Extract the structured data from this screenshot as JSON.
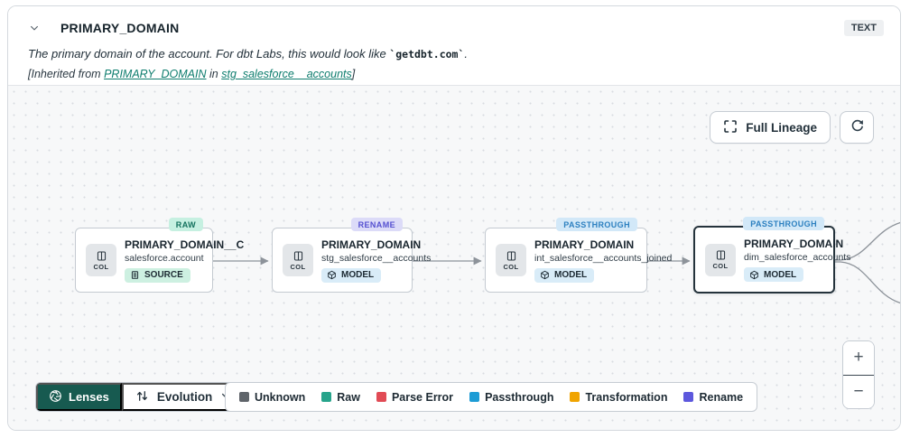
{
  "header": {
    "title": "PRIMARY_DOMAIN",
    "type_badge": "TEXT",
    "description_prefix": "The primary domain of the account. For dbt Labs, this would look like ",
    "description_code": "`getdbt.com`",
    "description_suffix": ".",
    "inherited_prefix": "[Inherited from ",
    "inherited_link_column": "PRIMARY_DOMAIN",
    "inherited_middle": " in ",
    "inherited_link_model": "stg_salesforce__accounts",
    "inherited_suffix": "]"
  },
  "toolbar": {
    "full_lineage_label": "Full Lineage"
  },
  "nodes": [
    {
      "tag": "RAW",
      "tag_bg": "#c6f0e1",
      "tag_color": "#11705c",
      "chip": "COL",
      "title": "PRIMARY_DOMAIN__C",
      "subtitle": "salesforce.account",
      "resource": "SOURCE"
    },
    {
      "tag": "RENAME",
      "tag_bg": "#dcdbf8",
      "tag_color": "#544fd0",
      "chip": "COL",
      "title": "PRIMARY_DOMAIN",
      "subtitle": "stg_salesforce__accounts",
      "resource": "MODEL"
    },
    {
      "tag": "PASSTHROUGH",
      "tag_bg": "#d2e8f8",
      "tag_color": "#2d80c0",
      "chip": "COL",
      "title": "PRIMARY_DOMAIN",
      "subtitle": "int_salesforce__accounts_joined",
      "resource": "MODEL"
    },
    {
      "tag": "PASSTHROUGH",
      "tag_bg": "#d2e8f8",
      "tag_color": "#2d80c0",
      "chip": "COL",
      "title": "PRIMARY_DOMAIN",
      "subtitle": "dim_salesforce_accounts",
      "resource": "MODEL"
    }
  ],
  "lenses": {
    "button_label": "Lenses",
    "selected_lens": "Evolution"
  },
  "legend": [
    {
      "label": "Unknown",
      "color": "#5f646a"
    },
    {
      "label": "Raw",
      "color": "#27a48b"
    },
    {
      "label": "Parse Error",
      "color": "#e14b55"
    },
    {
      "label": "Passthrough",
      "color": "#1d9cd5"
    },
    {
      "label": "Transformation",
      "color": "#f0a400"
    },
    {
      "label": "Rename",
      "color": "#5d58dd"
    }
  ],
  "zoom": {
    "in_label": "+",
    "out_label": "−"
  },
  "colors": {
    "accent_teal": "#0e7d6e",
    "lenses_bg": "#175a50",
    "edge": "#8d939a",
    "canvas_bg": "#f7f8f9",
    "selected_node_border": "#25333c"
  }
}
